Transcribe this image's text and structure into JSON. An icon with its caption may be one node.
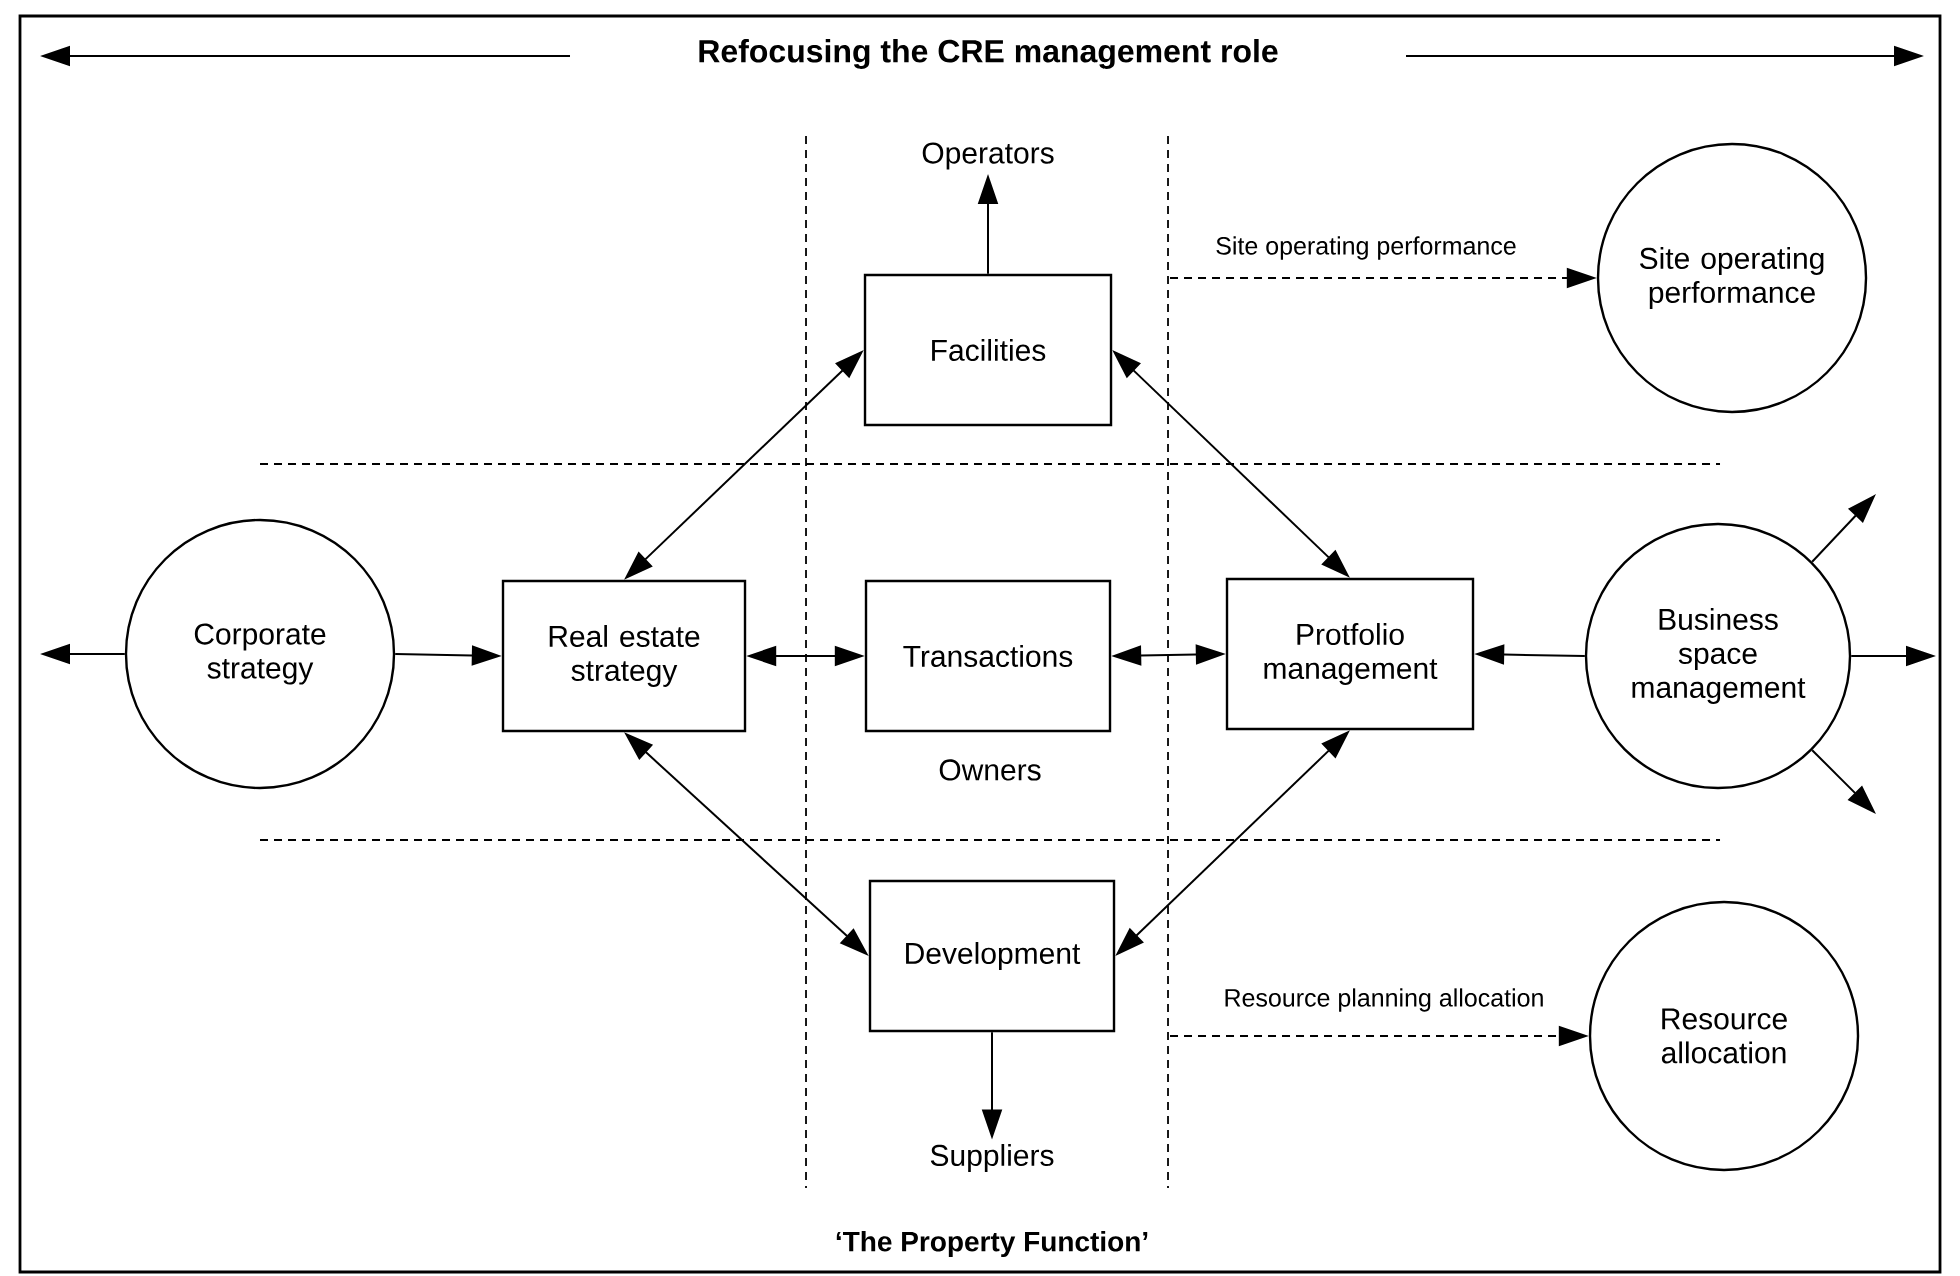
{
  "diagram": {
    "title": "Refocusing the CRE management role",
    "caption": "‘The Property Function’",
    "nodes": [
      {
        "text": [
          "Corporate strategy"
        ]
      },
      {
        "text": [
          "Real estate strategy"
        ]
      },
      {
        "text": [
          "Facilities"
        ]
      },
      {
        "text": [
          "Transactions"
        ]
      },
      {
        "text": [
          "Protfolio management"
        ]
      },
      {
        "text": [
          "Business space management"
        ]
      },
      {
        "text": [
          "Development"
        ]
      },
      {
        "text": [
          "Site operating performance"
        ]
      },
      {
        "text": [
          "Resource allocation"
        ]
      },
      {
        "text": [
          "Operators"
        ]
      },
      {
        "text": [
          "Suppliers"
        ]
      }
    ],
    "edges": [
      {
        "from": 0,
        "to": null,
        "arrow": "to"
      },
      {
        "from": 0,
        "to": 1,
        "arrow": "to"
      },
      {
        "from": 1,
        "to": 2,
        "arrow": "both"
      },
      {
        "from": 1,
        "to": 3,
        "arrow": "both"
      },
      {
        "from": 1,
        "to": 6,
        "arrow": "both"
      },
      {
        "from": 3,
        "to": 4,
        "arrow": "both"
      },
      {
        "from": 2,
        "to": 4,
        "arrow": "both"
      },
      {
        "from": 6,
        "to": 4,
        "arrow": "both"
      },
      {
        "from": 5,
        "to": 4,
        "arrow": "to"
      },
      {
        "from": 5,
        "to": null,
        "arrow": "to"
      },
      {
        "from": 5,
        "to": null,
        "arrow": "to"
      },
      {
        "from": 5,
        "to": null,
        "arrow": "to"
      },
      {
        "from": 2,
        "to": 9,
        "arrow": "to"
      },
      {
        "from": 6,
        "to": 10,
        "arrow": "to"
      },
      {
        "from": null,
        "to": 7,
        "arrow": "to",
        "label": "Site operating performance",
        "style": "dashed"
      },
      {
        "from": null,
        "to": 8,
        "arrow": "to",
        "label": "Resource planning allocation",
        "style": "dashed"
      }
    ],
    "labels": [
      "Owners"
    ]
  }
}
